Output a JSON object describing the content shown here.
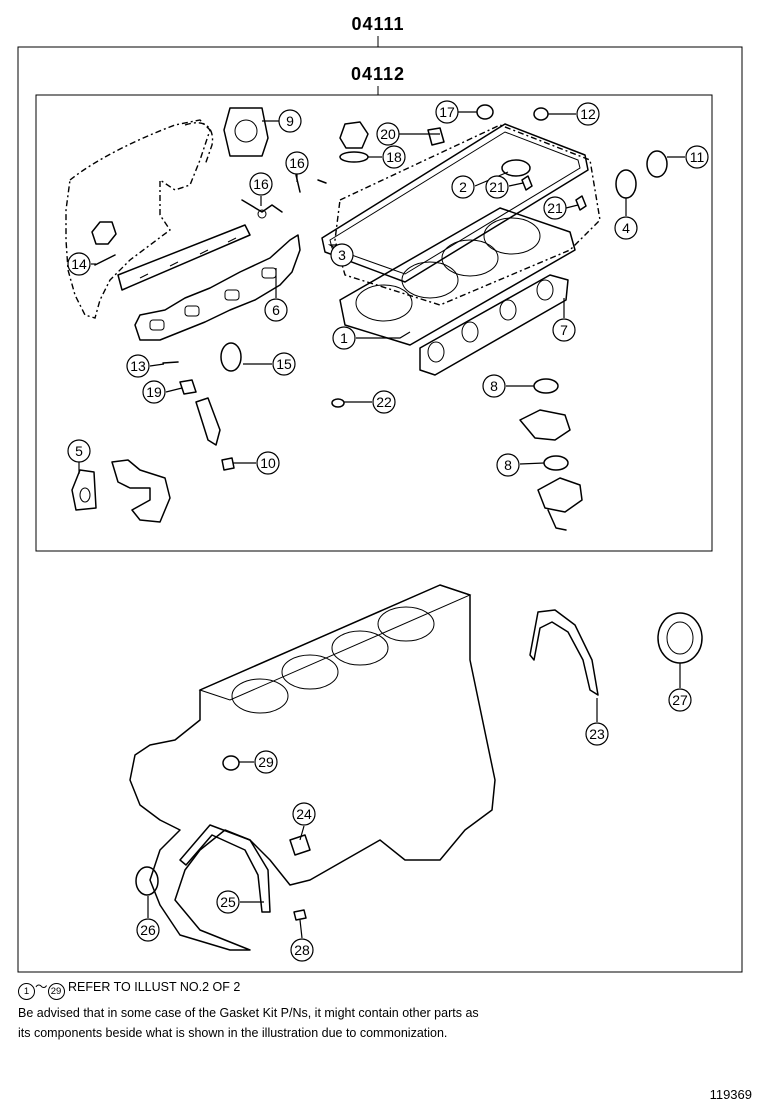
{
  "codes": {
    "outer": "04111",
    "inner": "04112"
  },
  "callouts": [
    "1",
    "2",
    "3",
    "4",
    "5",
    "6",
    "7",
    "8",
    "8",
    "9",
    "10",
    "11",
    "12",
    "13",
    "14",
    "15",
    "16",
    "16",
    "17",
    "18",
    "19",
    "20",
    "21",
    "21",
    "22",
    "23",
    "24",
    "25",
    "26",
    "27",
    "28",
    "29"
  ],
  "notes": {
    "ref_from": "1",
    "ref_sep": "～",
    "ref_to": "29",
    "ref_text": "REFER TO ILLUST NO.2 OF 2",
    "advise_line1": "Be advised that in some case of the Gasket Kit P/Ns,  it might contain other parts as",
    "advise_line2": "its components beside what is shown in the illustration due to commonization."
  },
  "illustration_number": "119369"
}
